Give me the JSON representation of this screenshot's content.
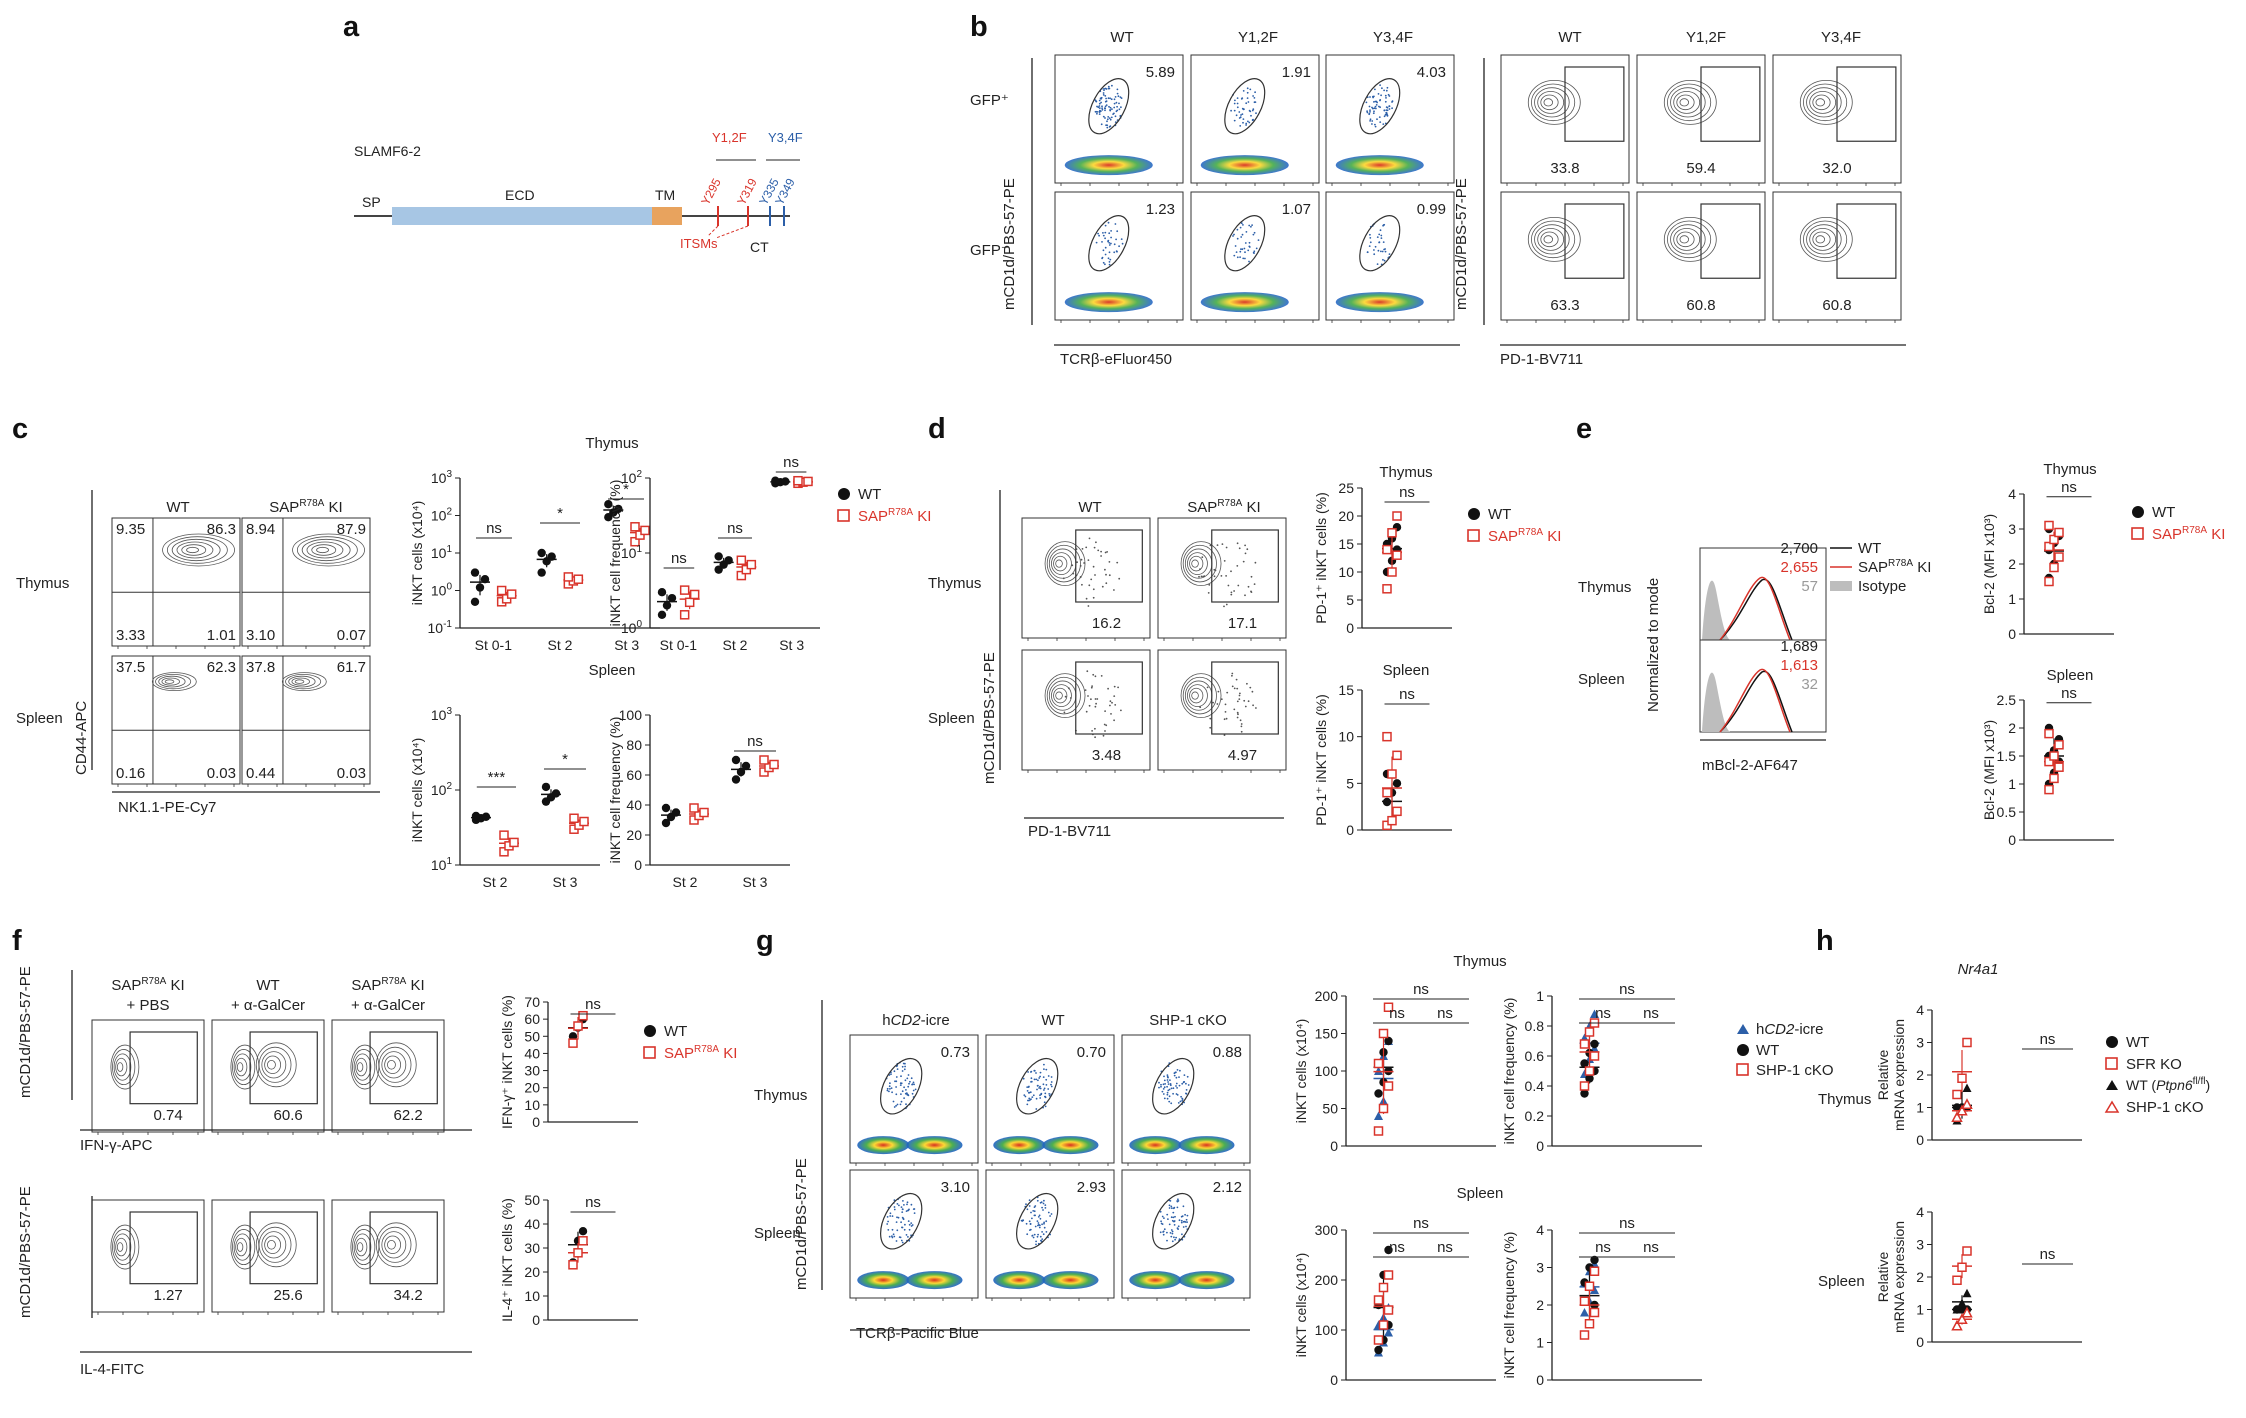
{
  "colors": {
    "wt": "#111111",
    "sap": "#d9342b",
    "hcd2": "#2c5fa8",
    "isotype": "#bdbdbd",
    "y12f": "#d9342b",
    "y34f": "#2c5fa8",
    "ecd": "#a7c6e4",
    "tm": "#e8a35e"
  },
  "panel_a": {
    "letter": "a",
    "protein": "SLAMF6-2",
    "domains": [
      "SP",
      "ECD",
      "TM",
      "CT"
    ],
    "mutants": [
      "Y1,2F",
      "Y3,4F"
    ],
    "tyrosines": [
      "Y295",
      "Y319",
      "Y335",
      "Y349"
    ],
    "itsm": "ITSMs"
  },
  "panel_b": {
    "letter": "b",
    "columns": [
      "WT",
      "Y1,2F",
      "Y3,4F"
    ],
    "rows": [
      "GFP⁺",
      "GFP⁻"
    ],
    "xlabel_left": "TCRβ-eFluor450",
    "xlabel_right": "PD-1-BV711",
    "ylabel": "mCD1d/PBS-57-PE",
    "dot_values": [
      "5.89",
      "1.91",
      "4.03",
      "1.23",
      "1.07",
      "0.99"
    ],
    "contour_values": [
      "33.8",
      "59.4",
      "32.0",
      "63.3",
      "60.8",
      "60.8"
    ]
  },
  "panel_c": {
    "letter": "c",
    "columns": [
      "WT",
      "KI"
    ],
    "sap": "SAP",
    "sup": "R78A",
    "rows": [
      "Thymus",
      "Spleen"
    ],
    "quad_values": [
      [
        "9.35",
        "86.3",
        "3.33",
        "1.01"
      ],
      [
        "8.94",
        "87.9",
        "3.10",
        "0.07"
      ],
      [
        "37.5",
        "62.3",
        "0.16",
        "0.03"
      ],
      [
        "37.8",
        "61.7",
        "0.44",
        "0.03"
      ]
    ],
    "xlabel": "NK1.1-PE-Cy7",
    "ylabel": "CD44-APC",
    "thymus_title": "Thymus",
    "spleen_title": "Spleen",
    "ylabel_cells": "iNKT cells (x10⁴)",
    "ylabel_freq": "iNKT cell frequency (%)",
    "cats_thymus": [
      "St 0-1",
      "St 2",
      "St 3"
    ],
    "cats_spleen": [
      "St 2",
      "St 3"
    ],
    "sig_thymus_cells": [
      "ns",
      "*",
      "*"
    ],
    "sig_thymus_freq": [
      "ns",
      "ns",
      "ns"
    ],
    "sig_spleen_cells": [
      "***",
      "*"
    ],
    "sig_spleen_freq": [
      "ns"
    ],
    "legend": [
      "WT",
      "KI"
    ]
  },
  "panel_d": {
    "letter": "d",
    "columns": [
      "WT",
      "KI"
    ],
    "rows": [
      "Thymus",
      "Spleen"
    ],
    "values": [
      "16.2",
      "17.1",
      "3.48",
      "4.97"
    ],
    "xlabel": "PD-1-BV711",
    "ylabel": "mCD1d/PBS-57-PE",
    "thymus_title": "Thymus",
    "spleen_title": "Spleen",
    "ylabel_scatter": "PD-1⁺ iNKT cells (%)",
    "sig": [
      "ns",
      "ns"
    ],
    "legend": [
      "WT",
      "KI"
    ]
  },
  "panel_e": {
    "letter": "e",
    "rows": [
      "Thymus",
      "Spleen"
    ],
    "mfi_thymus": [
      "2,700",
      "2,655",
      "57"
    ],
    "mfi_spleen": [
      "1,689",
      "1,613",
      "32"
    ],
    "legend": [
      "WT",
      "KI",
      "Isotype"
    ],
    "xlabel": "mBcl-2-AF647",
    "ylabel": "Normalized to mode",
    "thymus_title": "Thymus",
    "spleen_title": "Spleen",
    "ylabel_thymus": "Bcl-2 (MFI x10³)",
    "ylabel_spleen": "Bcl-2 (MFI x10³)",
    "sig": [
      "ns",
      "ns"
    ]
  },
  "panel_f": {
    "letter": "f",
    "columns": [
      [
        "KI",
        "+ PBS"
      ],
      [
        "WT",
        "+ α-GalCer"
      ],
      [
        "KI",
        "+ α-GalCer"
      ]
    ],
    "values": [
      "0.74",
      "60.6",
      "62.2",
      "1.27",
      "25.6",
      "34.2"
    ],
    "xlabel_top": "IFN-γ-APC",
    "xlabel_bottom": "IL-4-FITC",
    "ylabel": "mCD1d/PBS-57-PE",
    "ylabel_ifn": "IFN-γ⁺ iNKT cells (%)",
    "ylabel_il4": "IL-4⁺ iNKT cells (%)",
    "sig": [
      "ns",
      "ns"
    ],
    "legend": [
      "WT",
      "KI"
    ]
  },
  "panel_g": {
    "letter": "g",
    "columns": [
      "CD2",
      "-icre",
      "WT",
      "SHP-1 cKO"
    ],
    "rows": [
      "Thymus",
      "Spleen"
    ],
    "values": [
      "0.73",
      "0.70",
      "0.88",
      "3.10",
      "2.93",
      "2.12"
    ],
    "xlabel": "TCRβ-Pacific Blue",
    "ylabel": "mCD1d/PBS-57-PE",
    "thymus_title": "Thymus",
    "spleen_title": "Spleen",
    "ylabel_cells": "iNKT cells (x10⁴)",
    "ylabel_freq": "iNKT cell frequency (%)",
    "sig": "ns",
    "legend": [
      "CD2",
      "-icre",
      "WT",
      "SHP-1 cKO"
    ],
    "legend_h": "h"
  },
  "panel_h": {
    "letter": "h",
    "gene": "Nr4a1",
    "rows": [
      "Thymus",
      "Spleen"
    ],
    "ylabel": "Relative",
    "ylabel2": "mRNA expression",
    "sig": "ns",
    "legend": [
      "WT",
      "SFR KO",
      "WT (",
      "Ptpn6",
      "fl/fl",
      ")",
      "SHP-1 cKO"
    ]
  },
  "chart_data": [
    {
      "type": "scatter",
      "title": "Thymus",
      "ylabel": "iNKT cells (x10⁴)",
      "yscale": "log",
      "ylim": [
        0.1,
        1000
      ],
      "categories": [
        "St 0-1",
        "St 2",
        "St 3"
      ],
      "series": [
        {
          "name": "WT",
          "values": [
            [
              0.5,
              1.2,
              2.0,
              3.0
            ],
            [
              3,
              6,
              8,
              10
            ],
            [
              90,
              120,
              150,
              200
            ]
          ]
        },
        {
          "name": "KI",
          "values": [
            [
              0.5,
              0.6,
              0.8,
              1.0
            ],
            [
              1.5,
              1.8,
              2.0,
              2.3
            ],
            [
              20,
              30,
              40,
              50
            ]
          ]
        }
      ]
    },
    {
      "type": "scatter",
      "title": "Thymus",
      "ylabel": "iNKT cell frequency (%)",
      "yscale": "log",
      "ylim": [
        1,
        100
      ],
      "categories": [
        "St 0-1",
        "St 2",
        "St 3"
      ],
      "series": [
        {
          "name": "WT",
          "values": [
            [
              1.5,
              2,
              2.5,
              3
            ],
            [
              6,
              7,
              8,
              9
            ],
            [
              85,
              88,
              90,
              92
            ]
          ]
        },
        {
          "name": "KI",
          "values": [
            [
              1.5,
              2.2,
              2.8,
              3.2
            ],
            [
              5,
              6,
              7,
              8
            ],
            [
              85,
              88,
              90,
              92
            ]
          ]
        }
      ]
    },
    {
      "type": "scatter",
      "title": "Spleen",
      "ylabel": "iNKT cells (x10⁴)",
      "yscale": "log",
      "ylim": [
        10,
        1000
      ],
      "categories": [
        "St 2",
        "St 3"
      ],
      "series": [
        {
          "name": "WT",
          "values": [
            [
              40,
              42,
              44,
              45
            ],
            [
              70,
              80,
              90,
              110
            ]
          ]
        },
        {
          "name": "KI",
          "values": [
            [
              15,
              18,
              20,
              25
            ],
            [
              30,
              34,
              38,
              42
            ]
          ]
        }
      ]
    },
    {
      "type": "scatter",
      "title": "Spleen",
      "ylabel": "iNKT cell frequency (%)",
      "ylim": [
        0,
        100
      ],
      "categories": [
        "St 2",
        "St 3"
      ],
      "series": [
        {
          "name": "WT",
          "values": [
            [
              28,
              32,
              35,
              38
            ],
            [
              57,
              62,
              66,
              70
            ]
          ]
        },
        {
          "name": "KI",
          "values": [
            [
              30,
              33,
              35,
              38
            ],
            [
              62,
              65,
              67,
              70
            ]
          ]
        }
      ]
    },
    {
      "type": "scatter",
      "title": "Thymus",
      "ylabel": "PD-1⁺ iNKT cells (%)",
      "ylim": [
        0,
        25
      ],
      "categories": [
        "WT",
        "KI"
      ],
      "series": [
        {
          "name": "WT",
          "values": [
            [
              10,
              12,
              14,
              15,
              16,
              18
            ]
          ]
        },
        {
          "name": "KI",
          "values": [
            [
              7,
              10,
              13,
              14,
              17,
              20
            ]
          ]
        }
      ]
    },
    {
      "type": "scatter",
      "title": "Spleen",
      "ylabel": "PD-1⁺ iNKT cells (%)",
      "ylim": [
        0,
        15
      ],
      "categories": [
        "WT",
        "KI"
      ],
      "series": [
        {
          "name": "WT",
          "values": [
            [
              0.5,
              1,
              2,
              3,
              4,
              5,
              6
            ]
          ]
        },
        {
          "name": "KI",
          "values": [
            [
              0.5,
              1,
              2,
              4,
              6,
              8,
              10
            ]
          ]
        }
      ]
    },
    {
      "type": "scatter",
      "title": "Thymus",
      "ylabel": "Bcl-2 (MFI x10³)",
      "ylim": [
        0,
        4
      ],
      "categories": [
        "WT",
        "KI"
      ],
      "series": [
        {
          "name": "WT",
          "values": [
            [
              1.6,
              2.0,
              2.2,
              2.4,
              2.6,
              2.8,
              3.0
            ]
          ]
        },
        {
          "name": "KI",
          "values": [
            [
              1.5,
              1.9,
              2.2,
              2.5,
              2.7,
              2.9,
              3.1
            ]
          ]
        }
      ]
    },
    {
      "type": "scatter",
      "title": "Spleen",
      "ylabel": "Bcl-2 (MFI x10³)",
      "ylim": [
        0,
        2.5
      ],
      "categories": [
        "WT",
        "KI"
      ],
      "series": [
        {
          "name": "WT",
          "values": [
            [
              1.0,
              1.2,
              1.4,
              1.5,
              1.6,
              1.8,
              2.0
            ]
          ]
        },
        {
          "name": "KI",
          "values": [
            [
              0.9,
              1.1,
              1.3,
              1.4,
              1.5,
              1.7,
              1.9
            ]
          ]
        }
      ]
    },
    {
      "type": "scatter",
      "ylabel": "IFN-γ⁺ iNKT cells (%)",
      "ylim": [
        0,
        70
      ],
      "categories": [
        "WT",
        "KI"
      ],
      "series": [
        {
          "name": "WT",
          "values": [
            [
              50,
              55,
              60
            ]
          ]
        },
        {
          "name": "KI",
          "values": [
            [
              46,
              56,
              62
            ]
          ]
        }
      ]
    },
    {
      "type": "scatter",
      "ylabel": "IL-4⁺ iNKT cells (%)",
      "ylim": [
        0,
        50
      ],
      "categories": [
        "WT",
        "KI"
      ],
      "series": [
        {
          "name": "WT",
          "values": [
            [
              24,
              33,
              37
            ]
          ]
        },
        {
          "name": "KI",
          "values": [
            [
              23,
              28,
              33
            ]
          ]
        }
      ]
    },
    {
      "type": "scatter",
      "title": "Thymus",
      "ylabel": "iNKT cells (x10⁴)",
      "ylim": [
        0,
        200
      ],
      "categories": [
        "hCD2-icre",
        "WT",
        "SHP-1 cKO"
      ],
      "series": [
        {
          "name": "hCD2-icre",
          "values": [
            [
              40,
              60,
              80,
              100,
              120,
              140
            ]
          ]
        },
        {
          "name": "WT",
          "values": [
            [
              70,
              85,
              100,
              110,
              125,
              140
            ]
          ]
        },
        {
          "name": "SHP-1 cKO",
          "values": [
            [
              20,
              50,
              80,
              110,
              150,
              185
            ]
          ]
        }
      ]
    },
    {
      "type": "scatter",
      "title": "Thymus",
      "ylabel": "iNKT cell frequency (%)",
      "ylim": [
        0,
        1.0
      ],
      "categories": [
        "hCD2-icre",
        "WT",
        "SHP-1 cKO"
      ],
      "series": [
        {
          "name": "hCD2-icre",
          "values": [
            [
              0.48,
              0.58,
              0.65,
              0.72,
              0.8,
              0.88
            ]
          ]
        },
        {
          "name": "WT",
          "values": [
            [
              0.35,
              0.45,
              0.5,
              0.55,
              0.62,
              0.68
            ]
          ]
        },
        {
          "name": "SHP-1 cKO",
          "values": [
            [
              0.4,
              0.5,
              0.6,
              0.68,
              0.76,
              0.82
            ]
          ]
        }
      ]
    },
    {
      "type": "scatter",
      "title": "Spleen",
      "ylabel": "iNKT cells (x10⁴)",
      "ylim": [
        0,
        300
      ],
      "categories": [
        "hCD2-icre",
        "WT",
        "SHP-1 cKO"
      ],
      "series": [
        {
          "name": "hCD2-icre",
          "values": [
            [
              55,
              75,
              95,
              110,
              125,
              145
            ]
          ]
        },
        {
          "name": "WT",
          "values": [
            [
              60,
              80,
              110,
              150,
              210,
              260
            ]
          ]
        },
        {
          "name": "SHP-1 cKO",
          "values": [
            [
              80,
              110,
              140,
              160,
              185,
              210
            ]
          ]
        }
      ]
    },
    {
      "type": "scatter",
      "title": "Spleen",
      "ylabel": "iNKT cell frequency (%)",
      "ylim": [
        0,
        4
      ],
      "categories": [
        "hCD2-icre",
        "WT",
        "SHP-1 cKO"
      ],
      "series": [
        {
          "name": "hCD2-icre",
          "values": [
            [
              1.8,
              2.1,
              2.4,
              2.6,
              2.9,
              3.1
            ]
          ]
        },
        {
          "name": "WT",
          "values": [
            [
              1.2,
              1.5,
              2.0,
              2.6,
              3.0,
              3.2
            ]
          ]
        },
        {
          "name": "SHP-1 cKO",
          "values": [
            [
              1.2,
              1.5,
              1.8,
              2.1,
              2.5,
              2.9
            ]
          ]
        }
      ]
    },
    {
      "type": "scatter",
      "title": "Thymus",
      "ylabel": "Relative mRNA expression",
      "ylim": [
        0,
        4
      ],
      "categories": [
        "WT",
        "SFR KO",
        "WT (Ptpn6 fl/fl)",
        "SHP-1 cKO"
      ],
      "series": [
        {
          "name": "WT",
          "values": [
            [
              1,
              1,
              1
            ]
          ]
        },
        {
          "name": "SFR KO",
          "values": [
            [
              1.4,
              1.9,
              3.0
            ]
          ]
        },
        {
          "name": "WT (Ptpn6 fl/fl)",
          "values": [
            [
              0.6,
              1.0,
              1.6
            ]
          ]
        },
        {
          "name": "SHP-1 cKO",
          "values": [
            [
              0.7,
              0.9,
              1.1
            ]
          ]
        }
      ]
    },
    {
      "type": "scatter",
      "title": "Spleen",
      "ylabel": "Relative mRNA expression",
      "ylim": [
        0,
        4
      ],
      "categories": [
        "WT",
        "SFR KO",
        "WT (Ptpn6 fl/fl)",
        "SHP-1 cKO"
      ],
      "series": [
        {
          "name": "WT",
          "values": [
            [
              1,
              1,
              1
            ]
          ]
        },
        {
          "name": "SFR KO",
          "values": [
            [
              1.9,
              2.3,
              2.8
            ]
          ]
        },
        {
          "name": "WT (Ptpn6 fl/fl)",
          "values": [
            [
              1.0,
              1.2,
              1.5
            ]
          ]
        },
        {
          "name": "SHP-1 cKO",
          "values": [
            [
              0.5,
              0.7,
              0.9
            ]
          ]
        }
      ]
    }
  ]
}
